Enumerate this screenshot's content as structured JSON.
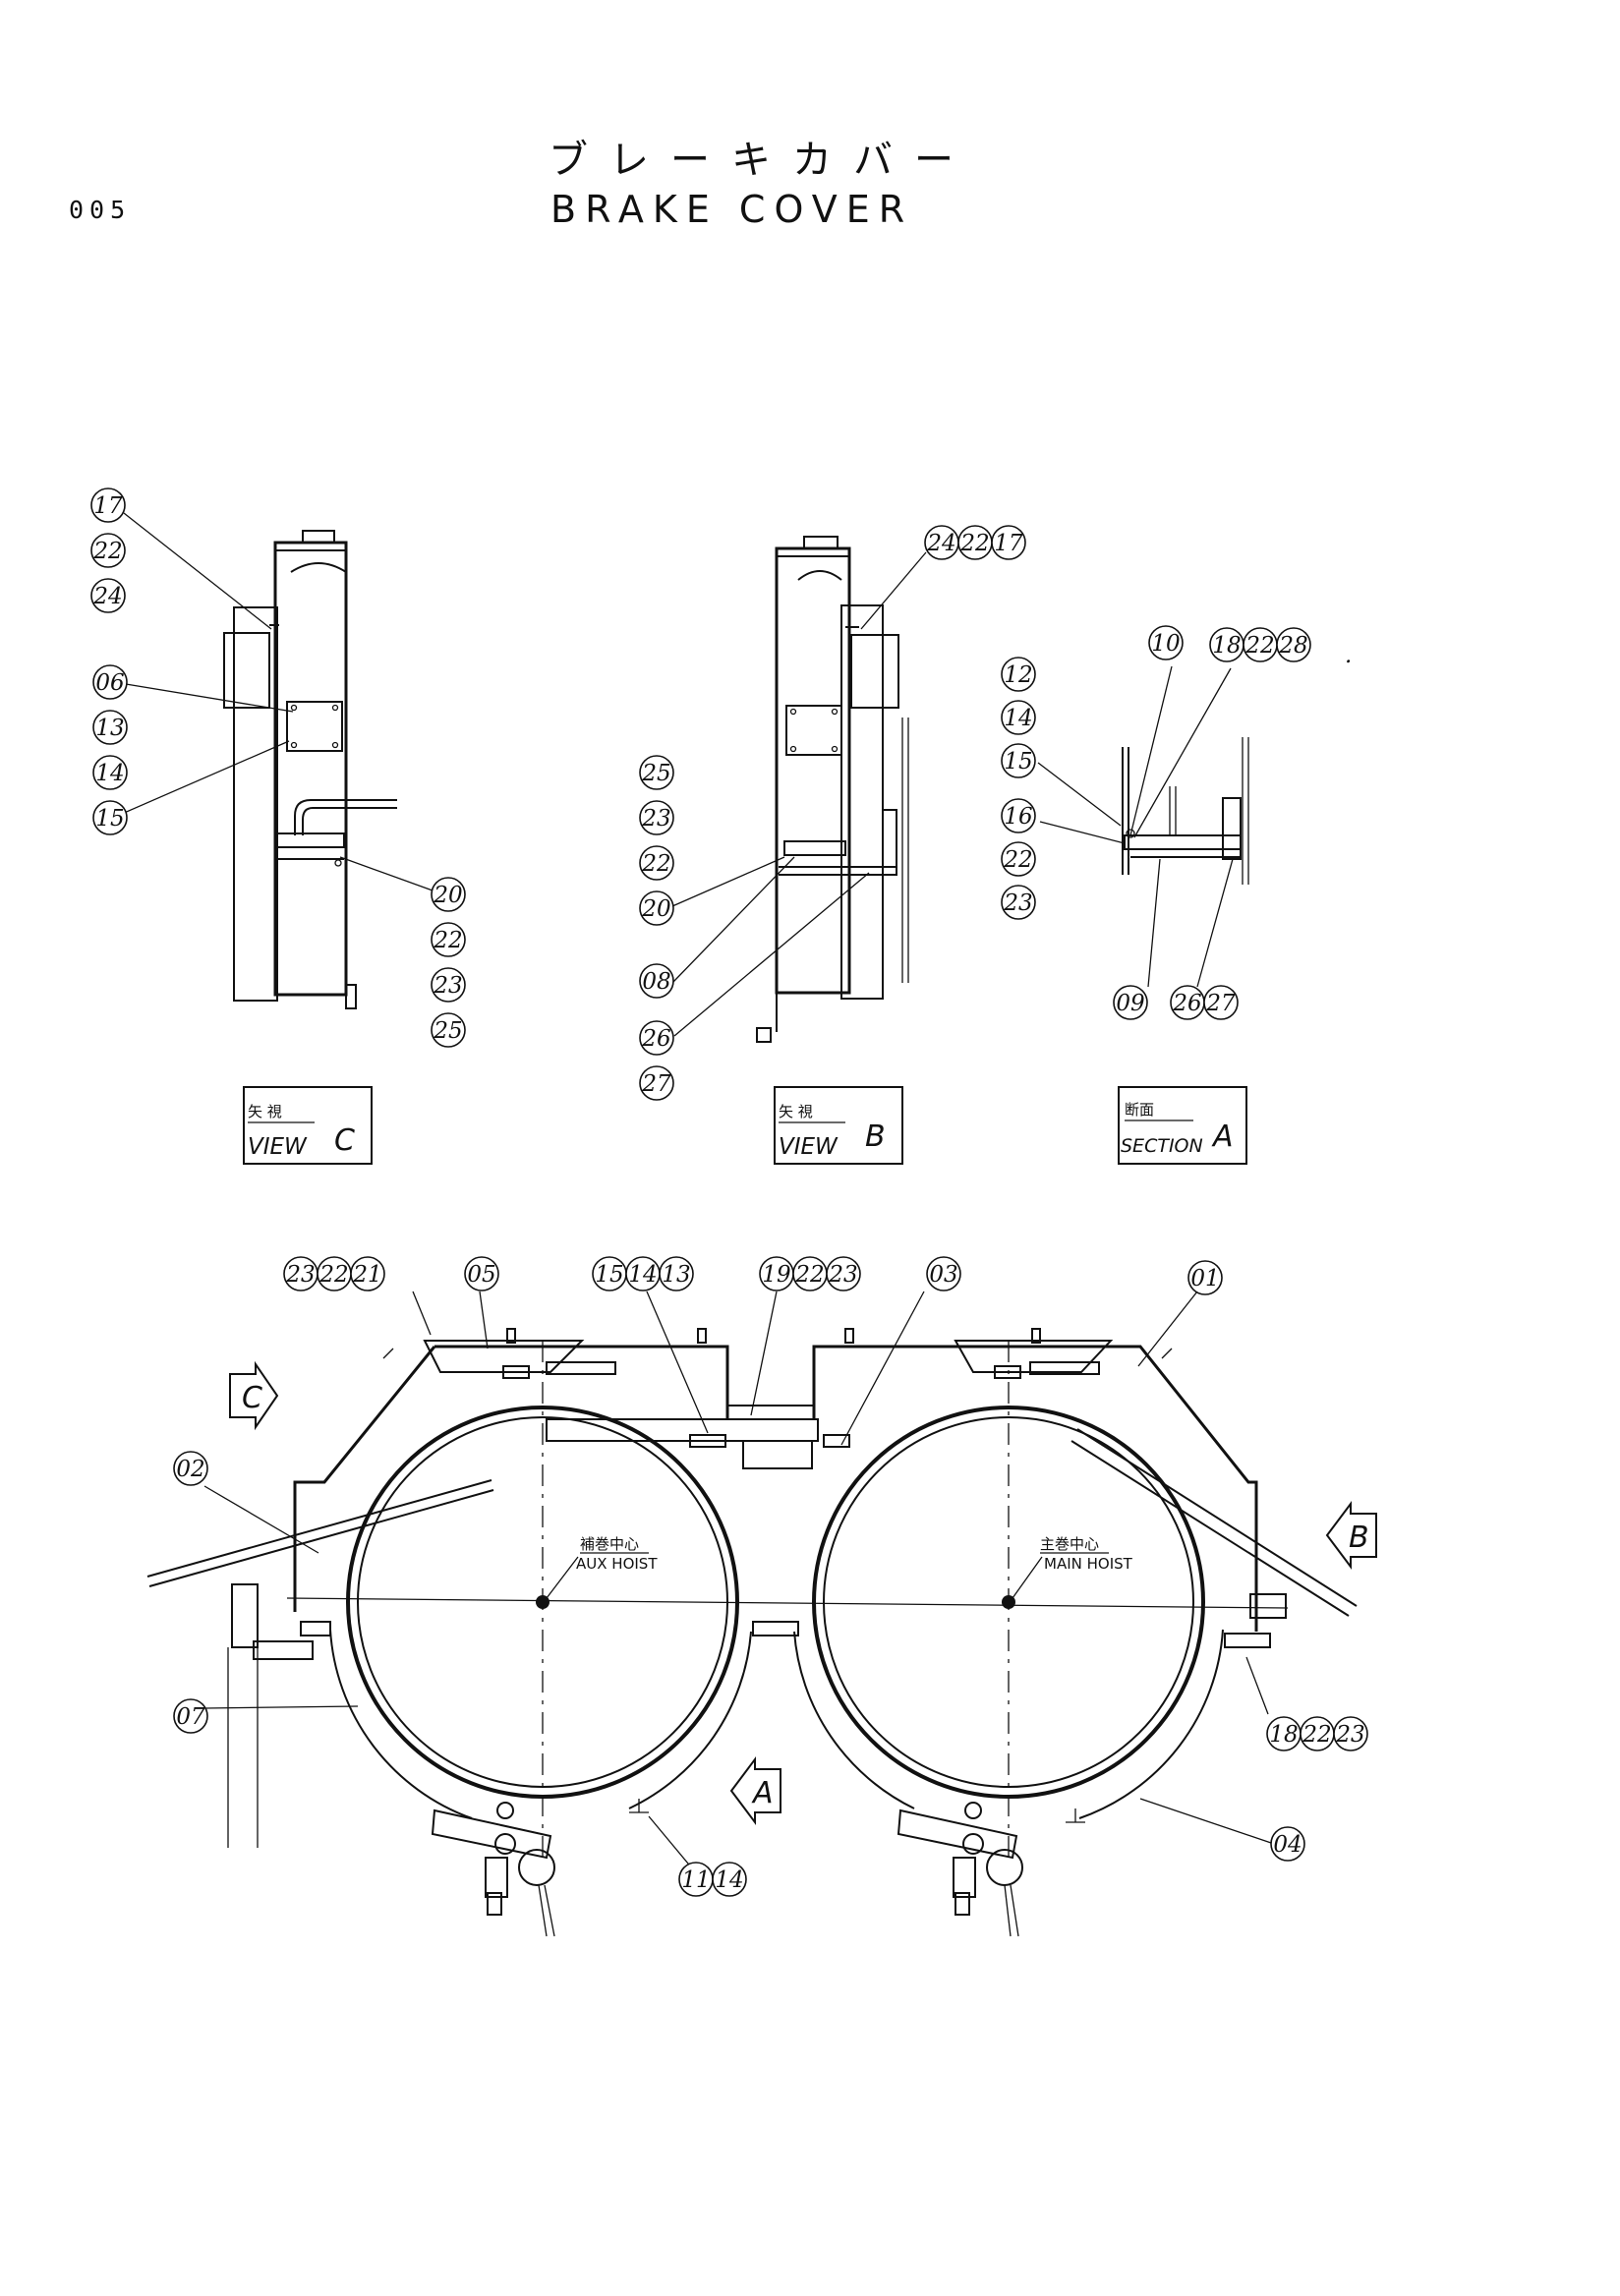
{
  "header": {
    "page_number": "005",
    "title_jp": "ブレーキカバー",
    "title_en": "BRAKE COVER"
  },
  "views": {
    "view_c": {
      "label_jp": "矢 視",
      "label_en": "VIEW",
      "letter": "C"
    },
    "view_b": {
      "label_jp": "矢 視",
      "label_en": "VIEW",
      "letter": "B"
    },
    "section_a": {
      "label_jp": "断面",
      "label_en": "SECTION",
      "letter": "A"
    }
  },
  "hoist_labels": {
    "aux_jp": "補巻中心",
    "aux_en": "AUX HOIST",
    "main_jp": "主巻中心",
    "main_en": "MAIN HOIST"
  },
  "direction_arrows": {
    "c": "C",
    "b": "B",
    "a": "A"
  },
  "callouts": {
    "c1": [
      "17",
      "22",
      "24"
    ],
    "c2": [
      "06",
      "13",
      "14",
      "15"
    ],
    "c3": [
      "20",
      "22",
      "23",
      "25"
    ],
    "b1": [
      "24",
      "22",
      "17"
    ],
    "b2": [
      "25",
      "23",
      "22",
      "20"
    ],
    "b3": [
      "08"
    ],
    "b4": [
      "26",
      "27"
    ],
    "s1": [
      "10"
    ],
    "s2": [
      "18",
      "22",
      "28"
    ],
    "s3": [
      "12",
      "14",
      "15"
    ],
    "s4": [
      "16",
      "22",
      "23"
    ],
    "s5": [
      "09"
    ],
    "s6": [
      "26",
      "27"
    ],
    "m1": [
      "23",
      "22",
      "21"
    ],
    "m2": [
      "05"
    ],
    "m3": [
      "15",
      "14",
      "13"
    ],
    "m4": [
      "19",
      "22",
      "23"
    ],
    "m5": [
      "03"
    ],
    "m6": [
      "01"
    ],
    "m7": [
      "02"
    ],
    "m8": [
      "07"
    ],
    "m9": [
      "18",
      "22",
      "23"
    ],
    "m10": [
      "11",
      "14"
    ],
    "m11": [
      "04"
    ]
  },
  "trailing_mark": "."
}
